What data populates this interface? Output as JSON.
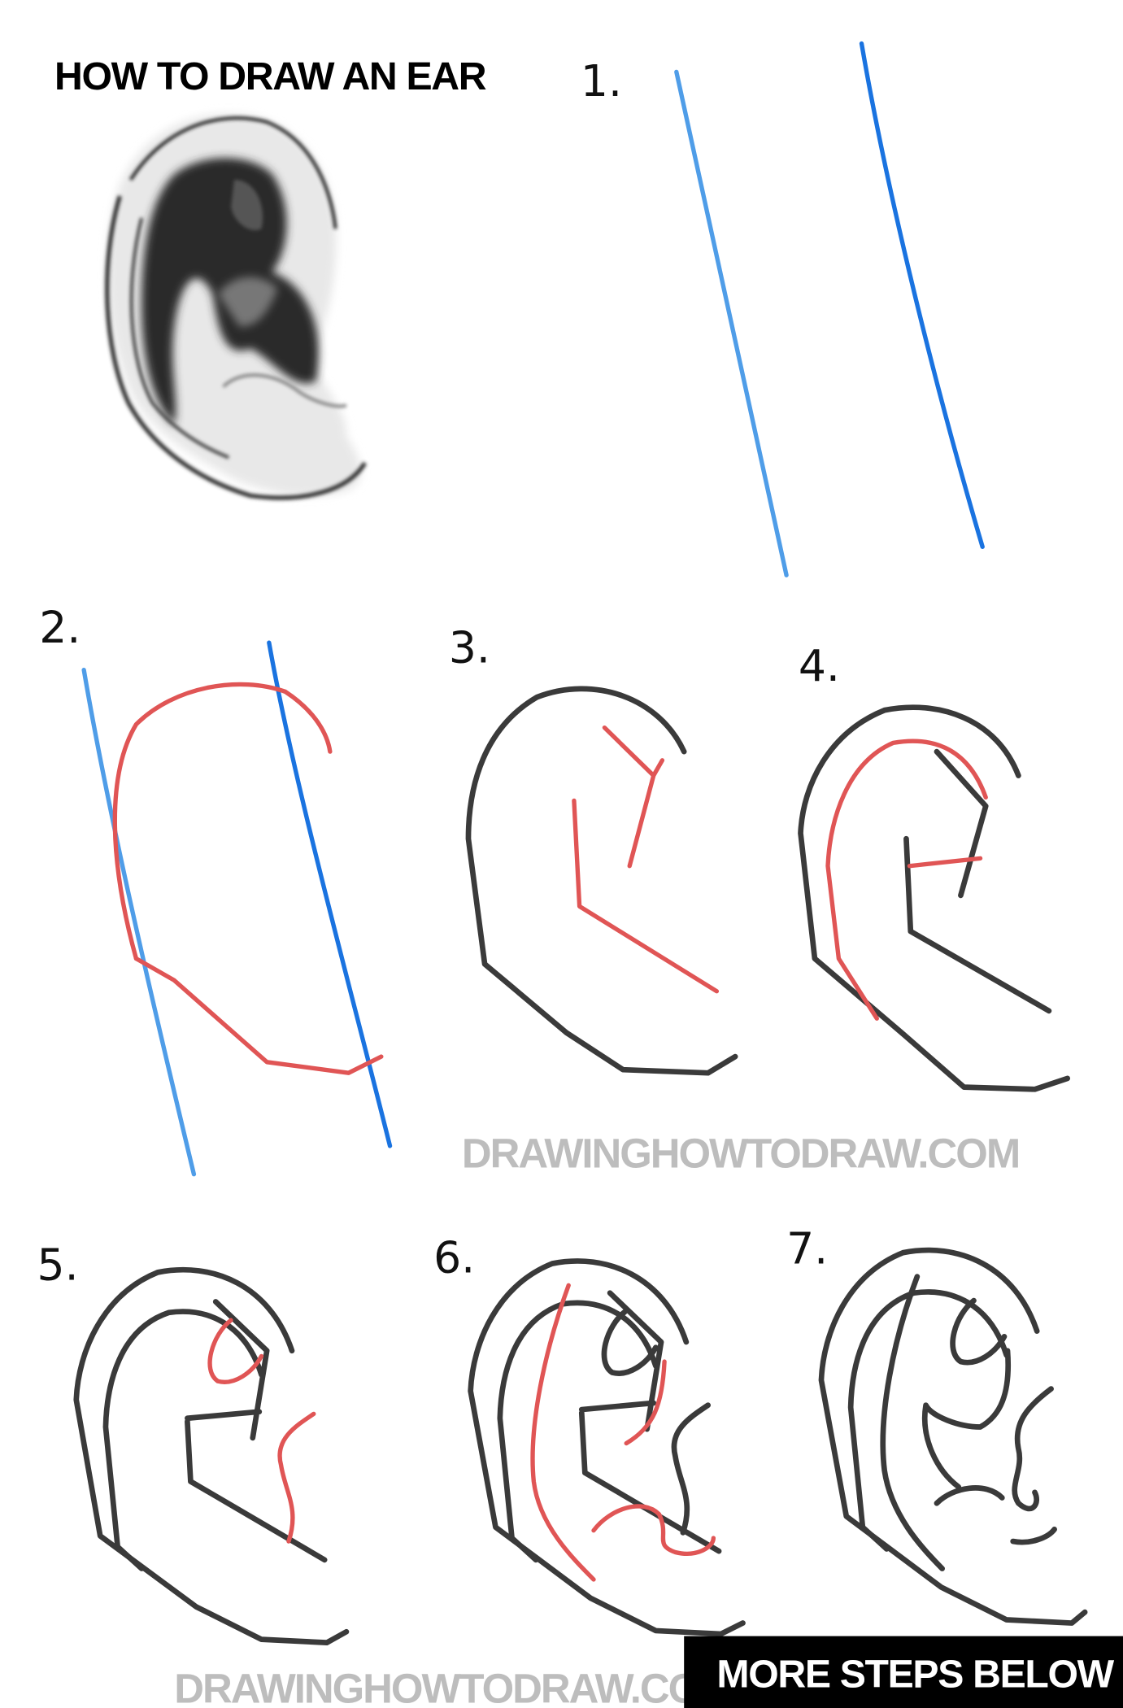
{
  "title": "HOW TO DRAW AN EAR",
  "steps": [
    "1.",
    "2.",
    "3.",
    "4.",
    "5.",
    "6.",
    "7."
  ],
  "watermark_middle": "DRAWINGHOWTODRAW.COM",
  "watermark_bottom": "DRAWINGHOWTODRAW.COM",
  "banner": "MORE STEPS BELOW",
  "colors": {
    "guide_blue": "#1a73e0",
    "new_line_red": "#e05555",
    "line_black": "#3a3a3a",
    "watermark_gray": "#bdbdbd",
    "banner_bg": "#000000"
  }
}
